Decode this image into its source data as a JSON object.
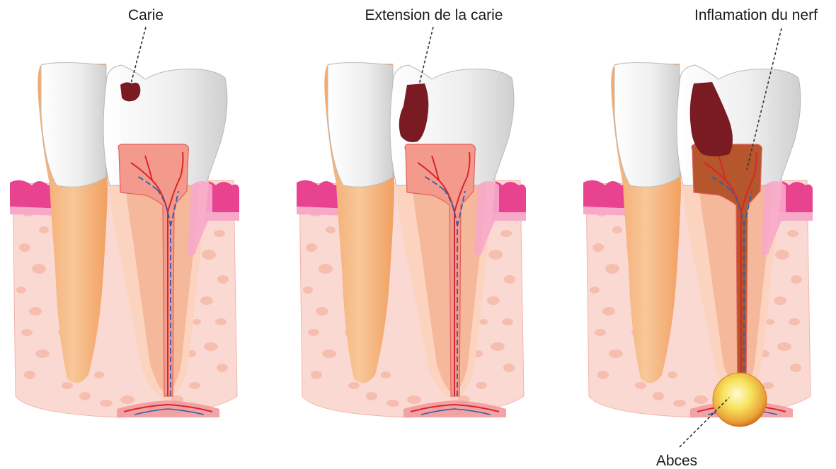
{
  "labels": {
    "carie": "Carie",
    "extension": "Extension de la carie",
    "inflammation": "Inflamation du nerf",
    "abces": "Abces"
  },
  "colors": {
    "enamel": "#f2f2f2",
    "enamel_shadow": "#c9c9c9",
    "dentin": "#f6b89a",
    "dentin_light": "#fbd3bf",
    "pulp": "#f39a8c",
    "pulp_inflamed": "#b5562c",
    "gum": "#e8438f",
    "gum_light": "#f7a9c9",
    "bone": "#fbd9d3",
    "bone_holes": "#f5b8a8",
    "root_neighbor": "#f5b27a",
    "decay": "#7a1a22",
    "abscess": "#f4d646",
    "blood_vessel": "#d9262b",
    "nerve": "#2e5fa8"
  }
}
